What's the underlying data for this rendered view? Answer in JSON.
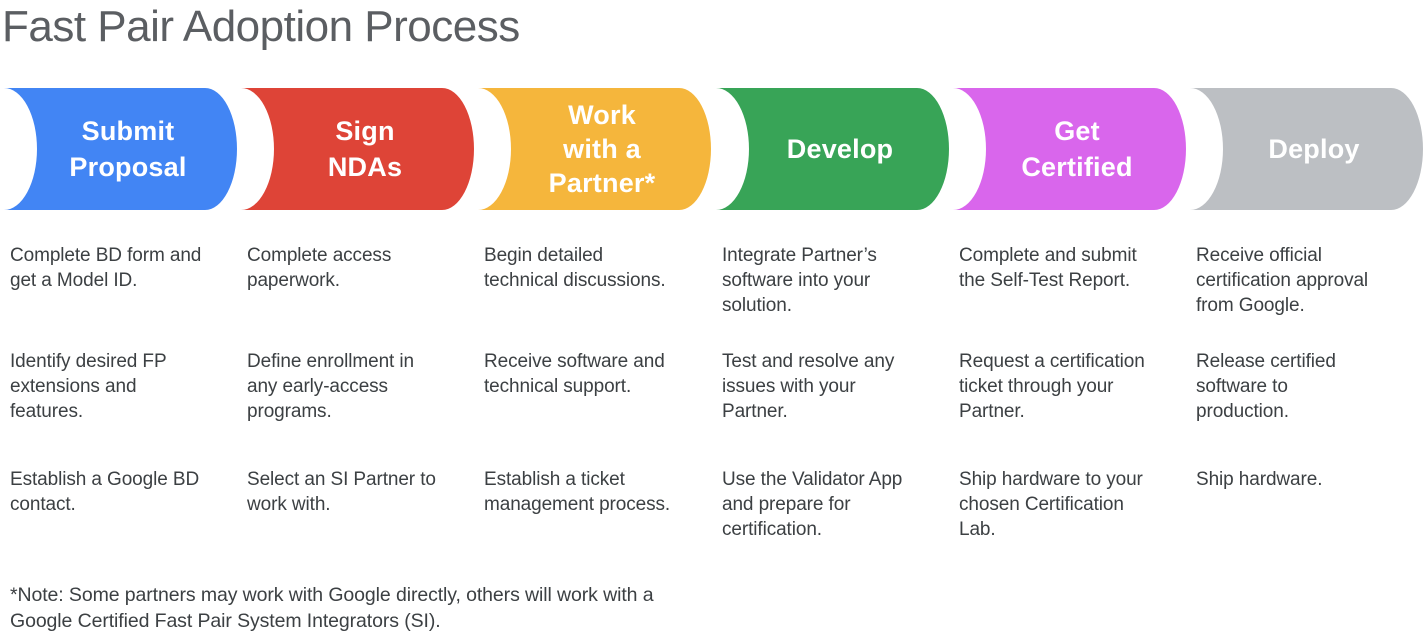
{
  "title": "Fast Pair Adoption Process",
  "palette": {
    "blue": "#4285F4",
    "red": "#DE4437",
    "yellow": "#F5B63C",
    "green": "#38A457",
    "magenta": "#D966EC",
    "gray": "#BCBFC3",
    "title_gray": "#5B5E62",
    "body_gray": "#3C4043"
  },
  "stages": [
    {
      "label": "Submit\nProposal",
      "color": "#4285F4",
      "steps": [
        "Complete BD form and\nget a Model ID.",
        "Identify desired FP\nextensions and\nfeatures.",
        "Establish a Google BD\ncontact."
      ]
    },
    {
      "label": "Sign\nNDAs",
      "color": "#DE4437",
      "steps": [
        "Complete access\npaperwork.",
        "Define enrollment in\nany early-access\nprograms.",
        "Select an SI Partner to\nwork with."
      ]
    },
    {
      "label": "Work\nwith a\nPartner*",
      "color": "#F5B63C",
      "steps": [
        "Begin detailed\ntechnical discussions.",
        "Receive software and\ntechnical support.",
        "Establish a ticket\nmanagement process."
      ]
    },
    {
      "label": "Develop",
      "color": "#38A457",
      "steps": [
        "Integrate Partner’s\nsoftware into your\nsolution.",
        "Test and resolve any\nissues with your\nPartner.",
        "Use the Validator App\nand prepare for\ncertification."
      ]
    },
    {
      "label": "Get\nCertified",
      "color": "#D966EC",
      "steps": [
        "Complete and submit\nthe Self-Test Report.",
        "Request a certification\nticket through your\nPartner.",
        "Ship hardware to your\nchosen Certification\nLab."
      ]
    },
    {
      "label": "Deploy",
      "color": "#BCBFC3",
      "steps": [
        "Receive official\ncertification approval\nfrom Google.",
        "Release certified\nsoftware to\nproduction.",
        "Ship hardware."
      ]
    }
  ],
  "footnote": "*Note: Some partners may work with Google directly, others will work with a\nGoogle Certified Fast Pair System Integrators (SI)."
}
